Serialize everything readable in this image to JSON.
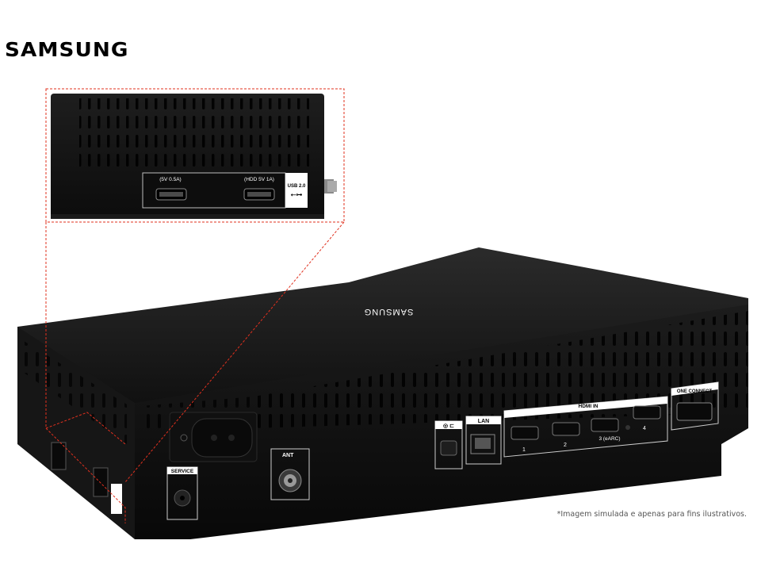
{
  "brand": "SAMSUNG",
  "device_logo": "SAMSUNG",
  "zoom_panel": {
    "usb_left_label": "(5V 0.5A)",
    "usb_right_label": "(HDD 5V 1A)",
    "usb_badge": "USB 2.0",
    "usb_icon": "usb-icon"
  },
  "ports": {
    "service": "SERVICE",
    "ant": "ANT",
    "lan": "LAN",
    "hdmi_in": "HDMI IN",
    "hdmi_1": "1",
    "hdmi_2": "2",
    "hdmi_3": "3 (eARC)",
    "hdmi_4": "4",
    "one_connect": "ONE CONNECT"
  },
  "disclaimer": "*Imagem simulada e apenas para fins ilustrativos.",
  "colors": {
    "device": "#141414",
    "highlight_border": "#e0301e",
    "label_strip": "#ffffff"
  }
}
